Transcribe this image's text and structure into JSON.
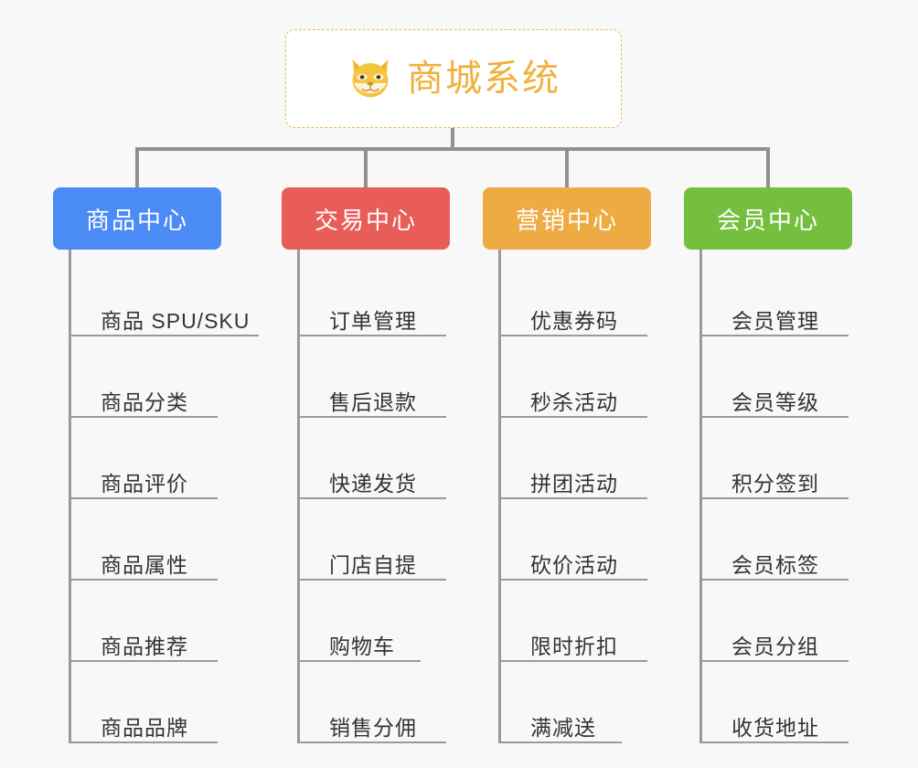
{
  "root": {
    "title": "商城系统",
    "icon": "shiba-dog-face-icon",
    "border_color": "#e8b75a",
    "text_color": "#f0b13c",
    "background": "#ffffff"
  },
  "canvas": {
    "background": "#f8f8f8",
    "connector_color": "#909090",
    "leaf_rule_color": "#9a9a9a",
    "leaf_text_color": "#333333"
  },
  "columns": [
    {
      "title": "商品中心",
      "color": "#4a8bf5",
      "rule_width": 205,
      "items": [
        {
          "label": "商品 SPU/SKU",
          "rule_width": 205
        },
        {
          "label": "商品分类",
          "rule_width": 160
        },
        {
          "label": "商品评价",
          "rule_width": 160
        },
        {
          "label": "商品属性",
          "rule_width": 160
        },
        {
          "label": "商品推荐",
          "rule_width": 160
        },
        {
          "label": "商品品牌",
          "rule_width": 160
        }
      ]
    },
    {
      "title": "交易中心",
      "color": "#e85d58",
      "rule_width": 160,
      "items": [
        {
          "label": "订单管理",
          "rule_width": 160
        },
        {
          "label": "售后退款",
          "rule_width": 160
        },
        {
          "label": "快递发货",
          "rule_width": 160
        },
        {
          "label": "门店自提",
          "rule_width": 160
        },
        {
          "label": "购物车",
          "rule_width": 132
        },
        {
          "label": "销售分佣",
          "rule_width": 160
        }
      ]
    },
    {
      "title": "营销中心",
      "color": "#eeab43",
      "rule_width": 160,
      "items": [
        {
          "label": "优惠券码",
          "rule_width": 160
        },
        {
          "label": "秒杀活动",
          "rule_width": 160
        },
        {
          "label": "拼团活动",
          "rule_width": 160
        },
        {
          "label": "砍价活动",
          "rule_width": 160
        },
        {
          "label": "限时折扣",
          "rule_width": 160
        },
        {
          "label": "满减送",
          "rule_width": 132
        }
      ]
    },
    {
      "title": "会员中心",
      "color": "#74c03e",
      "rule_width": 160,
      "items": [
        {
          "label": "会员管理",
          "rule_width": 160
        },
        {
          "label": "会员等级",
          "rule_width": 160
        },
        {
          "label": "积分签到",
          "rule_width": 160
        },
        {
          "label": "会员标签",
          "rule_width": 160
        },
        {
          "label": "会员分组",
          "rule_width": 160
        },
        {
          "label": "收货地址",
          "rule_width": 160
        }
      ]
    }
  ]
}
